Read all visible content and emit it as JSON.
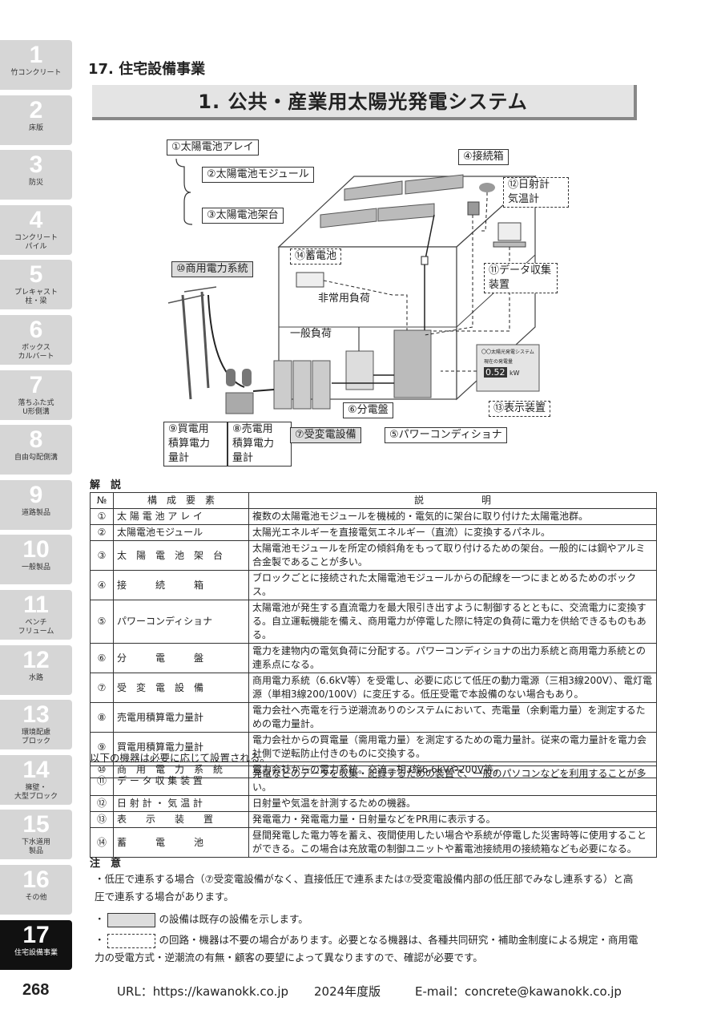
{
  "sidebar": [
    {
      "num": "1",
      "label": "竹コンクリート"
    },
    {
      "num": "2",
      "label": "床版"
    },
    {
      "num": "3",
      "label": "防災"
    },
    {
      "num": "4",
      "label": "コンクリート\nパイル"
    },
    {
      "num": "5",
      "label": "プレキャスト\n柱・梁"
    },
    {
      "num": "6",
      "label": "ボックス\nカルバート"
    },
    {
      "num": "7",
      "label": "落ちふた式\nU形側溝"
    },
    {
      "num": "8",
      "label": "自由勾配側溝"
    },
    {
      "num": "9",
      "label": "道路製品"
    },
    {
      "num": "10",
      "label": "一般製品"
    },
    {
      "num": "11",
      "label": "ベンチ\nフリューム"
    },
    {
      "num": "12",
      "label": "水路"
    },
    {
      "num": "13",
      "label": "環境配慮\nブロック"
    },
    {
      "num": "14",
      "label": "擁壁・\n大型ブロック"
    },
    {
      "num": "15",
      "label": "下水道用\n製品"
    },
    {
      "num": "16",
      "label": "その他"
    },
    {
      "num": "17",
      "label": "住宅設備事業"
    }
  ],
  "section_title": "17. 住宅設備事業",
  "banner_title": "1. 公共・産業用太陽光発電システム",
  "diagram": {
    "l1": "①太陽電池アレイ",
    "l2": "②太陽電池モジュール",
    "l3": "③太陽電池架台",
    "l4": "④接続箱",
    "l5": "⑤パワーコンディショナ",
    "l6": "⑥分電盤",
    "l7": "⑦受変電設備",
    "l8": "⑧売電用\n積算電力\n量計",
    "l9": "⑨買電用\n積算電力\n量計",
    "l10": "⑩商用電力系統",
    "l11": "⑪データ収集\n装置",
    "l12": "⑫日射計\n気温計",
    "l13": "⑬表示装置",
    "l14": "⑭蓄電池",
    "emergency": "非常用負荷",
    "general": "一般負荷",
    "display_title": "〇〇太陽光発電システム",
    "display_sub": "現在の発電量",
    "display_val": "0.52",
    "display_unit": "kW"
  },
  "explain_heading": "解　説",
  "table_header": {
    "no": "№",
    "name": "構　成　要　素",
    "desc": "説　　　　　　明"
  },
  "rows": [
    {
      "no": "①",
      "name": "太 陽 電 池 ア レ イ",
      "desc": "複数の太陽電池モジュールを機械的・電気的に架台に取り付けた太陽電池群。"
    },
    {
      "no": "②",
      "name": "太陽電池モジュール",
      "desc": "太陽光エネルギーを直接電気エネルギー（直流）に変換するパネル。"
    },
    {
      "no": "③",
      "name": "太　陽　電　池　架　台",
      "desc": "太陽電池モジュールを所定の傾斜角をもって取り付けるための架台。一般的には鋼やアルミ合金製であることが多い。"
    },
    {
      "no": "④",
      "name": "接　　　続　　　箱",
      "desc": "ブロックごとに接続された太陽電池モジュールからの配線を一つにまとめるためのボックス。"
    },
    {
      "no": "⑤",
      "name": "パワーコンディショナ",
      "desc": "太陽電池が発生する直流電力を最大限引き出すように制御するとともに、交流電力に変換する。自立運転機能を備え、商用電力が停電した際に特定の負荷に電力を供給できるものもある。"
    },
    {
      "no": "⑥",
      "name": "分　　　電　　　盤",
      "desc": "電力を建物内の電気負荷に分配する。パワーコンディショナの出力系統と商用電力系統との連系点になる。"
    },
    {
      "no": "⑦",
      "name": "受　変　電　設　備",
      "desc": "商用電力系統（6.6kV等）を受電し、必要に応じて低圧の動力電源（三相3線200V）、電灯電源（単相3線200/100V）に変圧する。低圧受電で本設備のない場合もあり。"
    },
    {
      "no": "⑧",
      "name": "売電用積算電力量計",
      "desc": "電力会社へ売電を行う逆潮流ありのシステムにおいて、売電量（余剰電力量）を測定するための電力量計。"
    },
    {
      "no": "⑨",
      "name": "買電用積算電力量計",
      "desc": "電力会社からの買電量（需用電力量）を測定するための電力量計。従来の電力量計を電力会社側で逆転防止付きのものに交換する。"
    },
    {
      "no": "⑩",
      "name": "商　用　電　力　系　統",
      "desc": "電力会社からの電力系統。交流三相3線6.6kVや200V等。"
    }
  ],
  "optional_heading": "以下の機器は必要に応じて設置される。",
  "rows2": [
    {
      "no": "⑪",
      "name": "デ ー タ 収 集 装 置",
      "desc": "発電などのデータを収集・記録するための装置で、一般のパソコンなどを利用することが多い。"
    },
    {
      "no": "⑫",
      "name": "日 射 計 ・ 気 温 計",
      "desc": "日射量や気温を計測するための機器。"
    },
    {
      "no": "⑬",
      "name": "表　　示　　装　　置",
      "desc": "発電電力・発電電力量・日射量などをPR用に表示する。"
    },
    {
      "no": "⑭",
      "name": "蓄　　　電　　　池",
      "desc": "昼間発電した電力等を蓄え、夜間使用したい場合や系統が停電した災害時等に使用することができる。この場合は充放電の制御ユニットや蓄電池接続用の接続箱なども必要になる。"
    }
  ],
  "notes_heading": "注　意",
  "note1": "・低圧で連系する場合（⑦受変電設備がなく、直接低圧で連系または⑦受変電設備内部の低圧部でみなし連系する）と高圧で連系する場合があります。",
  "note2": "の設備は既存の設備を示します。",
  "note3": "の回路・機器は不要の場合があります。必要となる機器は、各種共同研究・補助金制度による規定・商用電力の受電方式・逆潮流の有無・顧客の要望によって異なりますので、確認が必要です。",
  "footer": {
    "page": "268",
    "url": "URL：https://kawanokk.co.jp",
    "edition": "2024年度版",
    "email": "E-mail：concrete@kawanokk.co.jp"
  }
}
